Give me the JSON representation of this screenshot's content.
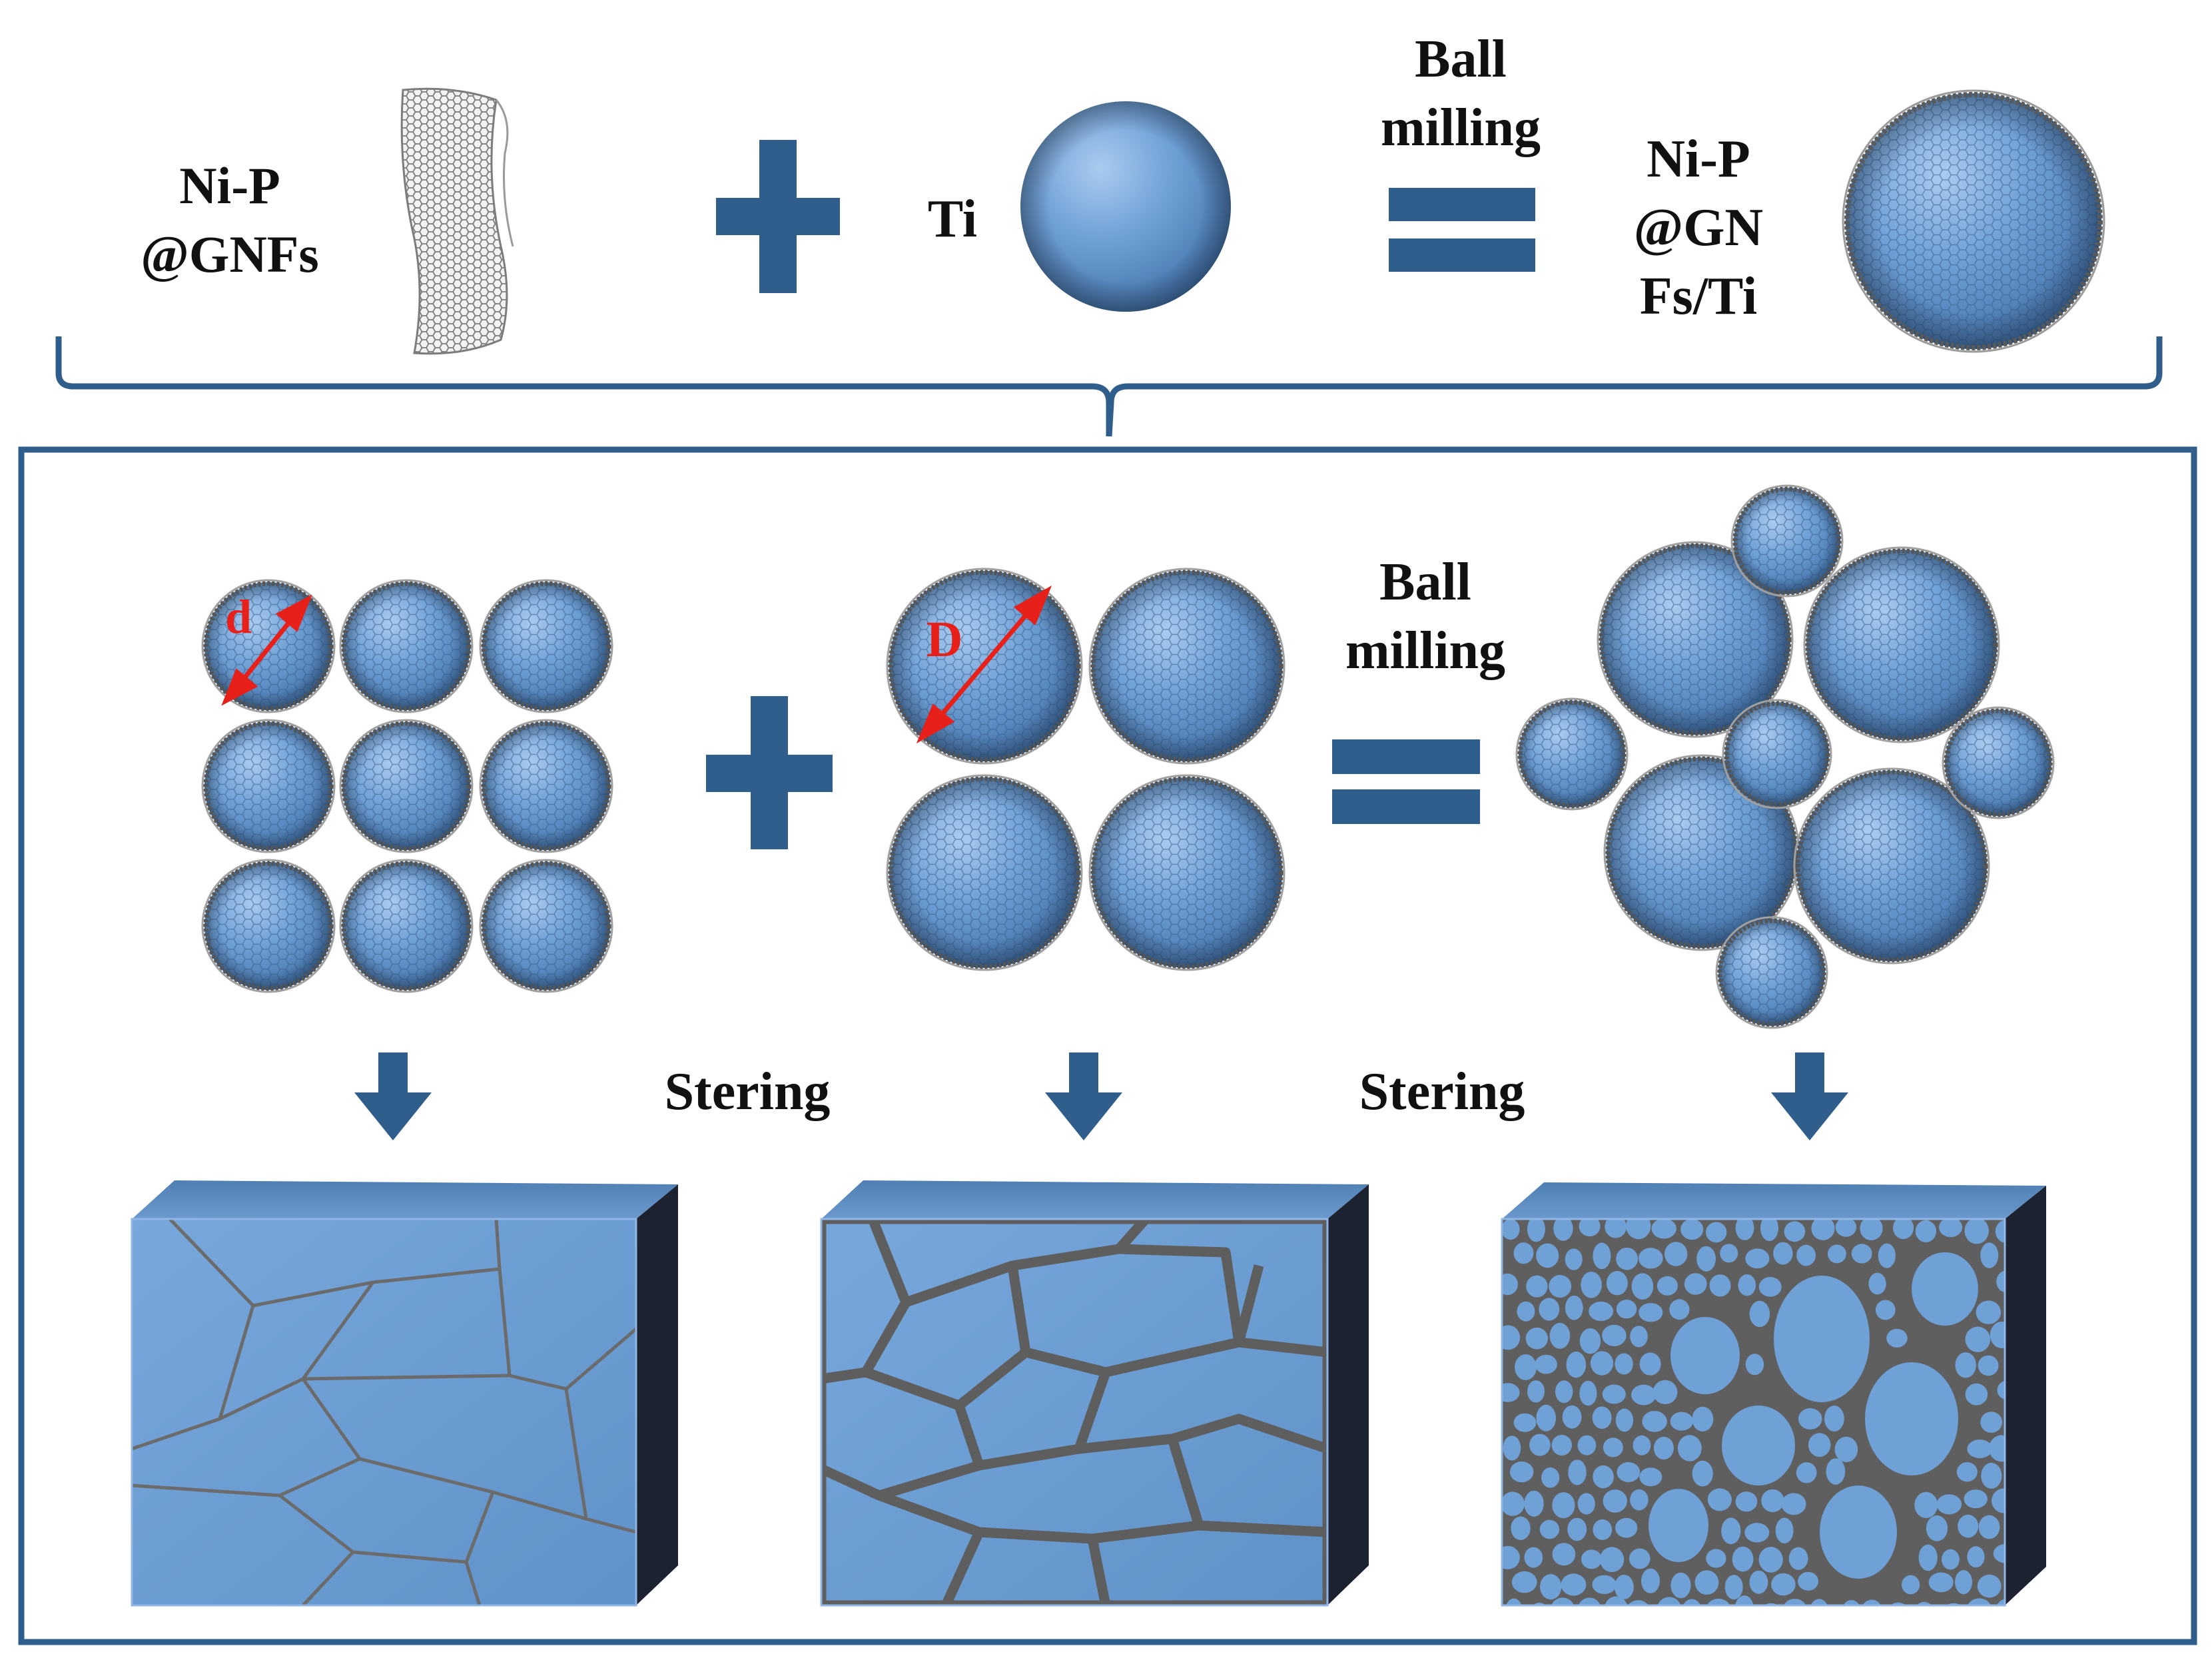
{
  "colors": {
    "theme": "#2f5d8c",
    "particle": "#6fa0d6",
    "boundary": "#6b6b6b",
    "side": "#1c2230",
    "text": "#111111",
    "dimension": "#e8201a"
  },
  "top": {
    "nip_gnfs_label": [
      "Ni-P",
      "@GNFs"
    ],
    "ti_label": "Ti",
    "ball_milling_label": [
      "Ball",
      "milling"
    ],
    "composite_label": [
      "Ni-P",
      "@GN",
      "Fs/Ti"
    ]
  },
  "bottom": {
    "small_diameter": "d",
    "large_diameter": "D",
    "ball_milling_label": [
      "Ball",
      "milling"
    ],
    "sintering_label_1": "Stering",
    "sintering_label_2": "Stering"
  },
  "icons": [
    "plus-icon",
    "equals-icon",
    "arrow-down-icon",
    "graphene-nanoflake-icon",
    "sphere-icon"
  ]
}
